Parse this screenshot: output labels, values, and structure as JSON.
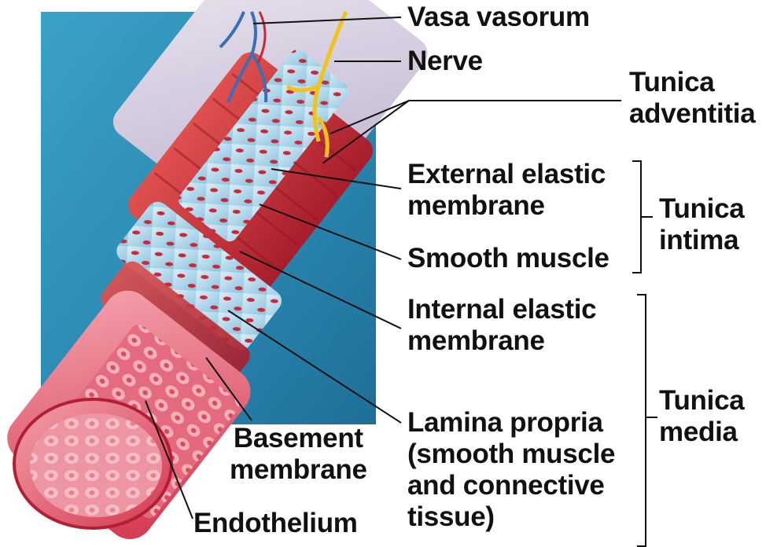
{
  "labels": {
    "vasa_vasorum": "Vasa vasorum",
    "nerve": "Nerve",
    "tunica_adventitia": [
      "Tunica",
      "adventitia"
    ],
    "external_elastic": [
      "External elastic",
      "membrane"
    ],
    "smooth_muscle": "Smooth muscle",
    "tunica_intima": [
      "Tunica",
      "intima"
    ],
    "internal_elastic": [
      "Internal elastic",
      "membrane"
    ],
    "lamina_propria": [
      "Lamina propria",
      "(smooth muscle",
      "and connective",
      "tissue)"
    ],
    "tunica_media": [
      "Tunica",
      "media"
    ],
    "basement_membrane": [
      "Basement",
      "membrane"
    ],
    "endothelium": "Endothelium"
  },
  "colors": {
    "background_blue": "#2a86b0",
    "adventitia": "#dcd4e4",
    "media_red": "#c8283a",
    "elastic_blue": "#b6dbef",
    "intima_pink": "#e8627a",
    "nerve_yellow": "#f2c21c",
    "vessel_blue": "#3b6fb5",
    "line": "#111111"
  }
}
